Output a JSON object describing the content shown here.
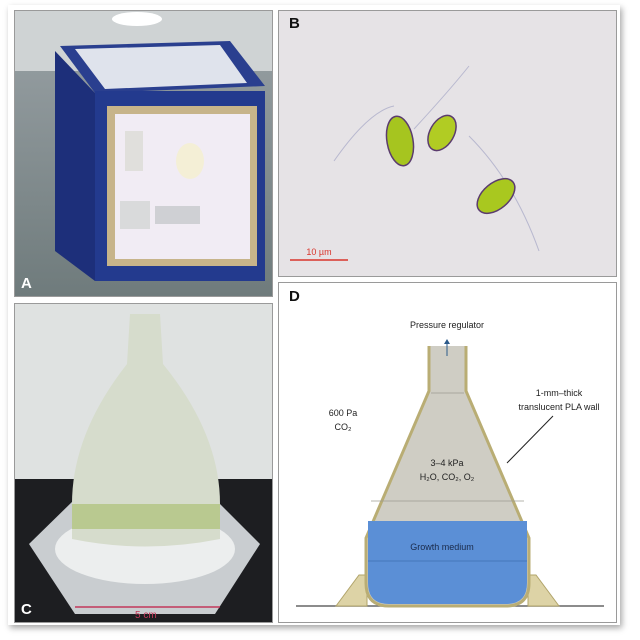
{
  "figure": {
    "panels": [
      {
        "label": "A"
      },
      {
        "label": "B",
        "scale_bar": "10 µm"
      },
      {
        "label": "C",
        "scale_bar": "5 cm"
      },
      {
        "label": "D",
        "pressure_regulator": "Pressure regulator",
        "outside_pressure": "600 Pa",
        "outside_gas": "CO₂",
        "inside_pressure": "3–4 kPa",
        "inside_gases": "H₂O, CO₂, O₂",
        "wall_line1": "1-mm–thick",
        "wall_line2": "translucent PLA wall",
        "medium": "Growth medium"
      }
    ],
    "colors": {
      "scale_bar": "#d9342b",
      "medium": "#5b8fd6",
      "wall": "#d8cf9e",
      "flask_gas": "#cfcdc4"
    }
  }
}
